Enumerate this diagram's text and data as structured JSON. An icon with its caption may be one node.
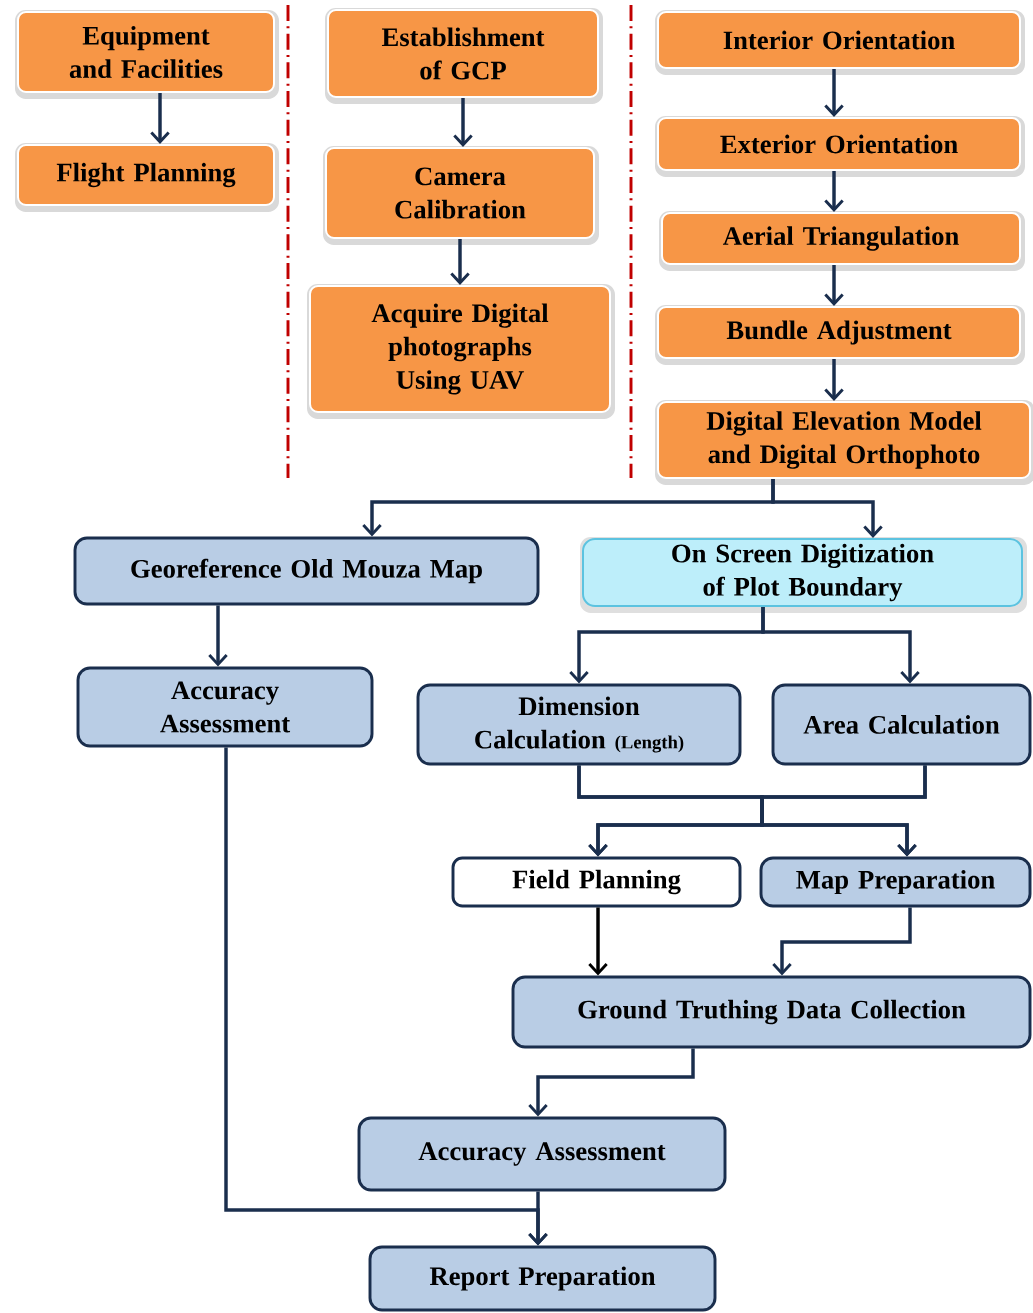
{
  "diagram": {
    "nodes": [
      {
        "text": [
          "Equipment and Facilities"
        ]
      },
      {
        "text": [
          "Flight Planning"
        ]
      },
      {
        "text": [
          "Establishment of GCP"
        ]
      },
      {
        "text": [
          "Camera Calibration"
        ]
      },
      {
        "text": [
          "Acquire Digital photographs Using UAV"
        ]
      },
      {
        "text": [
          "Interior Orientation"
        ]
      },
      {
        "text": [
          "Exterior Orientation"
        ]
      },
      {
        "text": [
          "Aerial Triangulation"
        ]
      },
      {
        "text": [
          "Bundle Adjustment"
        ]
      },
      {
        "text": [
          "Digital Elevation Model and Digital Orthophoto"
        ]
      },
      {
        "text": [
          "Georeference Old Mouza Map"
        ]
      },
      {
        "text": [
          "On Screen Digitization of Plot Boundary"
        ]
      },
      {
        "text": [
          "Accuracy Assessment"
        ]
      },
      {
        "text": [
          "Dimension Calculation",
          "(Length)"
        ]
      },
      {
        "text": [
          "Area Calculation"
        ]
      },
      {
        "text": [
          "Field Planning"
        ]
      },
      {
        "text": [
          "Map Preparation"
        ]
      },
      {
        "text": [
          "Ground Truthing Data Collection"
        ]
      },
      {
        "text": [
          "Accuracy Assessment"
        ]
      },
      {
        "text": [
          "Report Preparation"
        ]
      }
    ],
    "edges": [
      {
        "from": 0,
        "to": 1,
        "arrow": "to"
      },
      {
        "from": 2,
        "to": 3,
        "arrow": "to"
      },
      {
        "from": 3,
        "to": 4,
        "arrow": "to"
      },
      {
        "from": 5,
        "to": 6,
        "arrow": "to"
      },
      {
        "from": 6,
        "to": 7,
        "arrow": "to"
      },
      {
        "from": 7,
        "to": 8,
        "arrow": "to"
      },
      {
        "from": 8,
        "to": 9,
        "arrow": "to"
      },
      {
        "from": 9,
        "to": 10,
        "arrow": "to"
      },
      {
        "from": 9,
        "to": 11,
        "arrow": "to"
      },
      {
        "from": 10,
        "to": 12,
        "arrow": "to"
      },
      {
        "from": 11,
        "to": 13,
        "arrow": "to"
      },
      {
        "from": 11,
        "to": 14,
        "arrow": "to"
      },
      {
        "from": 13,
        "to": 15,
        "arrow": "to"
      },
      {
        "from": 13,
        "to": 16,
        "arrow": "to"
      },
      {
        "from": 14,
        "to": 15,
        "arrow": "to"
      },
      {
        "from": 14,
        "to": 16,
        "arrow": "to"
      },
      {
        "from": 15,
        "to": 17,
        "arrow": "to",
        "color": "#000000"
      },
      {
        "from": 16,
        "to": 17,
        "arrow": "to"
      },
      {
        "from": 17,
        "to": 18,
        "arrow": "to"
      },
      {
        "from": 12,
        "to": 19,
        "arrow": "to"
      },
      {
        "from": 18,
        "to": 19,
        "arrow": "to"
      }
    ]
  }
}
